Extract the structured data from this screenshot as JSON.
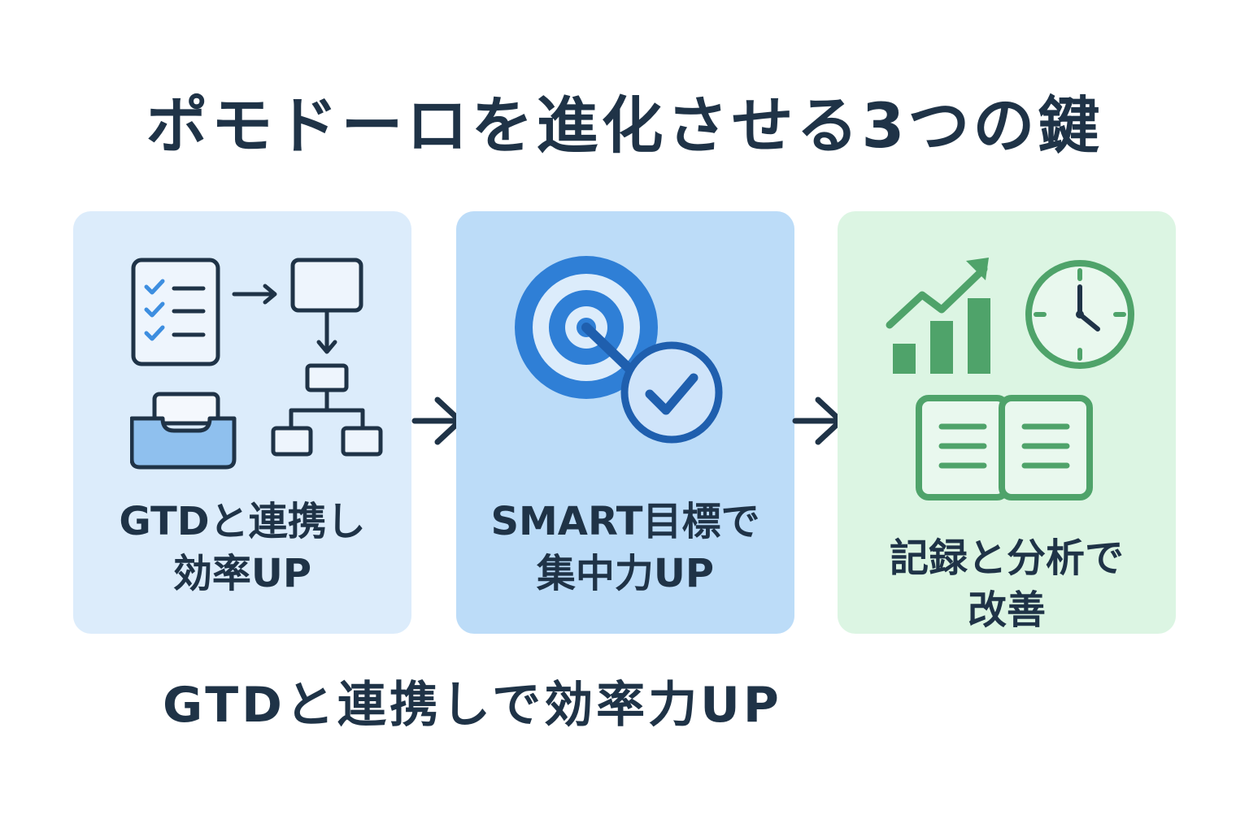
{
  "title": "ポモドーロを進化させる3つの鍵",
  "cards": [
    {
      "line1": "GTDと連携し",
      "line2": "効率UP",
      "background": "#dcecfb",
      "icons": [
        "checklist-icon",
        "flowchart-icon",
        "inbox-tray-icon",
        "hierarchy-icon"
      ]
    },
    {
      "line1": "SMART目標で",
      "line2": "集中力UP",
      "background": "#bcdcf8",
      "icons": [
        "target-icon",
        "check-circle-icon"
      ]
    },
    {
      "line1": "記録と分析で",
      "line2": "改善",
      "background": "#dcf5e3",
      "icons": [
        "growth-chart-icon",
        "clock-icon",
        "open-book-icon"
      ]
    }
  ],
  "caption": "GTDと連携しで効率力UP",
  "colors": {
    "text": "#1f3347",
    "blue_accent": "#2f7fd6",
    "green_accent": "#4fa36a"
  }
}
